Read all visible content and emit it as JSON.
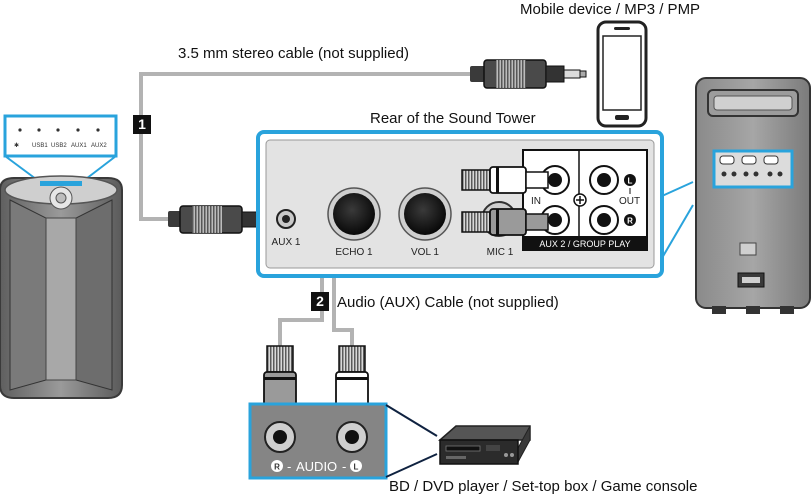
{
  "labels": {
    "mobile_device": "Mobile device / MP3 / PMP",
    "stereo_cable": "3.5 mm  stereo cable (not supplied)",
    "rear_title": "Rear of the Sound Tower",
    "aux_cable": "Audio (AUX) Cable (not supplied)",
    "source_devices": "BD / DVD player / Set-top box / Game console"
  },
  "steps": {
    "step1": "1",
    "step2": "2"
  },
  "panel": {
    "aux1": "AUX 1",
    "echo1": "ECHO 1",
    "vol1": "VOL 1",
    "mic1": "MIC 1",
    "in": "IN",
    "out": "OUT",
    "l": "L",
    "r": "R",
    "aux2_group": "AUX 2 / GROUP PLAY"
  },
  "speaker_panel": {
    "port_labels": [
      "USB1",
      "USB2",
      "AUX1",
      "AUX2"
    ]
  },
  "audio_plate": {
    "r": "R",
    "dash1": "-",
    "audio": "AUDIO",
    "dash2": "-",
    "l": "L"
  },
  "colors": {
    "highlight_blue": "#29a3dc",
    "cable_gray": "#b3b3b3",
    "plate_gray": "#858585",
    "dark_navy": "#0f2240"
  }
}
